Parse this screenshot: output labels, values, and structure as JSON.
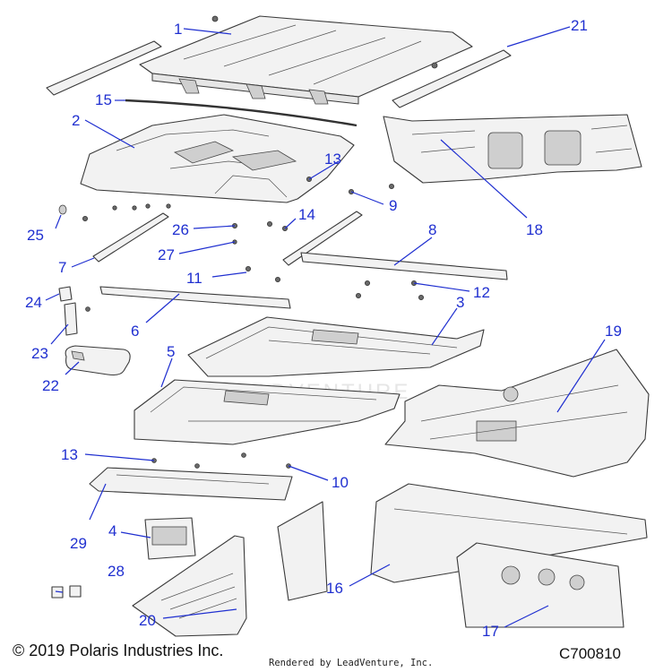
{
  "diagram": {
    "callouts": [
      "1",
      "2",
      "3",
      "4",
      "5",
      "6",
      "7",
      "8",
      "9",
      "10",
      "11",
      "12",
      "13",
      "13",
      "14",
      "15",
      "16",
      "17",
      "18",
      "19",
      "20",
      "21",
      "22",
      "23",
      "24",
      "25",
      "26",
      "27",
      "28",
      "29"
    ],
    "copyright": "© 2019 Polaris Industries Inc.",
    "rendered_by": "Rendered by LeadVenture, Inc.",
    "drawing_code": "C700810",
    "watermark": "LEADVENTURE"
  },
  "colors": {
    "callout": "#1f2fd0",
    "line": "#3a3a3a"
  }
}
